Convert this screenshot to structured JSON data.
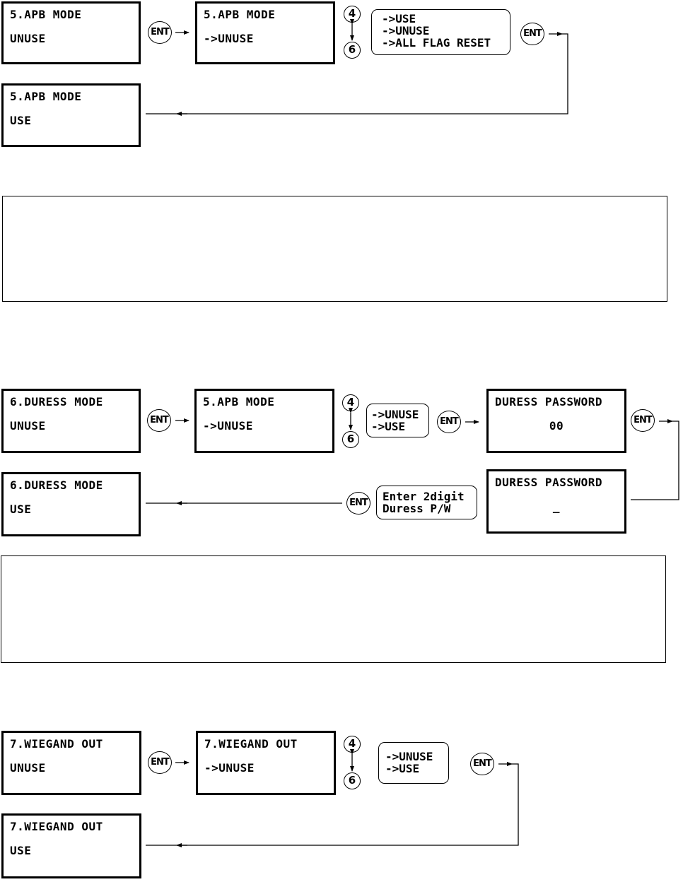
{
  "apb": {
    "start": {
      "line1": "5.APB MODE",
      "line2": "UNUSE"
    },
    "select": {
      "line1": "5.APB MODE",
      "line2": "->UNUSE"
    },
    "keys": {
      "up": "4",
      "down": "6",
      "enter": "ENT"
    },
    "options": [
      "->USE",
      "->UNUSE",
      "->ALL FLAG RESET"
    ],
    "result": {
      "line1": "5.APB MODE",
      "line2": "USE"
    }
  },
  "note1": {
    "text": ""
  },
  "duress": {
    "start": {
      "line1": "6.DURESS MODE",
      "line2": "UNUSE"
    },
    "select": {
      "line1": "5.APB MODE",
      "line2": "->UNUSE"
    },
    "keys": {
      "up": "4",
      "down": "6",
      "enter": "ENT"
    },
    "options": [
      "->UNUSE",
      "->USE"
    ],
    "password": {
      "line1": "DURESS PASSWORD",
      "line2": "00"
    },
    "password_entry": {
      "line1": "DURESS PASSWORD",
      "line2": "_"
    },
    "hint": [
      "Enter 2digit",
      "Duress P/W"
    ],
    "result": {
      "line1": "6.DURESS MODE",
      "line2": "USE"
    }
  },
  "note2": {
    "text": ""
  },
  "wiegand": {
    "start": {
      "line1": "7.WIEGAND OUT",
      "line2": "UNUSE"
    },
    "select": {
      "line1": "7.WIEGAND OUT",
      "line2": "->UNUSE"
    },
    "keys": {
      "up": "4",
      "down": "6",
      "enter": "ENT"
    },
    "options": [
      "->UNUSE",
      "->USE"
    ],
    "result": {
      "line1": "7.WIEGAND OUT",
      "line2": "USE"
    }
  }
}
